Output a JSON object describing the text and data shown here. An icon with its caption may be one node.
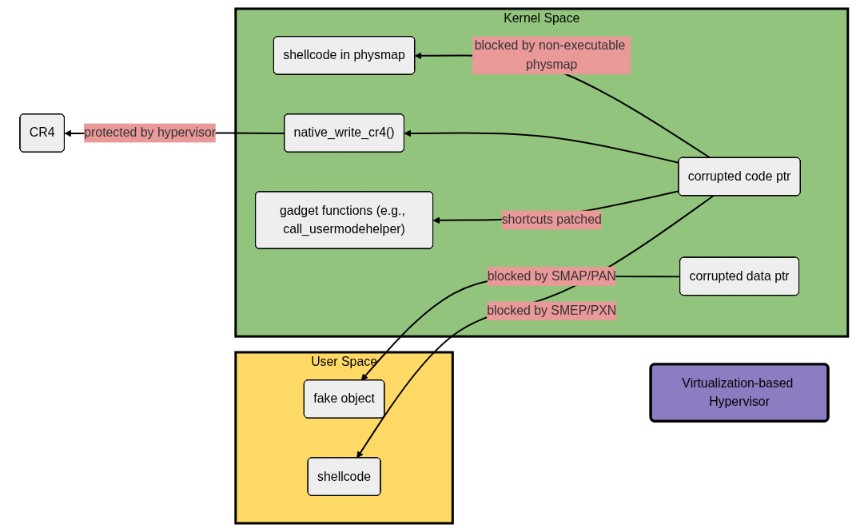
{
  "diagram": {
    "nodes": [
      {
        "text": [
          "User Space"
        ]
      },
      {
        "text": [
          "fake object"
        ],
        "in": 0
      },
      {
        "text": [
          "shellcode"
        ],
        "in": 0
      },
      {
        "text": [
          "Kernel Space"
        ]
      },
      {
        "text": [
          "corrupted data ptr"
        ],
        "in": 3
      },
      {
        "text": [
          "shellcode in physmap"
        ],
        "in": 3
      },
      {
        "text": [
          "corrupted code ptr"
        ],
        "in": 3
      },
      {
        "text": [
          "native_write_cr4()"
        ],
        "in": 3
      },
      {
        "text": [
          "gadget functions (e.g., call_usermodehelper)"
        ],
        "in": 3
      },
      {
        "text": [
          "Virtualization-based Hypervisor"
        ]
      },
      {
        "text": [
          "CR4"
        ]
      }
    ],
    "edges": [
      {
        "from": 4,
        "to": 1,
        "arrow": "to",
        "label": "blocked by SMAP/PAN"
      },
      {
        "from": 6,
        "to": 2,
        "arrow": "to",
        "label": "blocked by SMEP/PXN"
      },
      {
        "from": 6,
        "to": 5,
        "arrow": "to",
        "label": "blocked by non-executable physmap"
      },
      {
        "from": 6,
        "to": 8,
        "arrow": "to",
        "label": "shortcuts patched"
      },
      {
        "from": 6,
        "to": 7,
        "arrow": "to"
      },
      {
        "from": 7,
        "to": 10,
        "arrow": "to",
        "label": "protected by hypervisor"
      }
    ]
  }
}
